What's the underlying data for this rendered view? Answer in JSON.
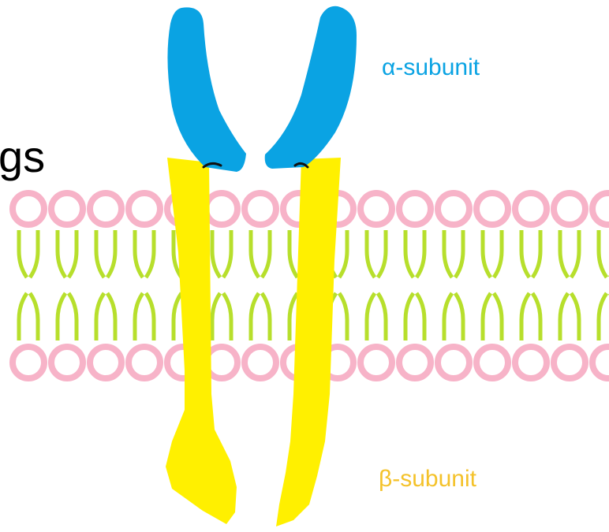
{
  "partial_text": "gs",
  "labels": {
    "alpha": "α-subunit",
    "beta": "β-subunit"
  },
  "colors": {
    "alpha_subunit": "#0aa3e3",
    "beta_subunit": "#fff000",
    "phospholipid_head": "#f7b3c8",
    "lipid_tail": "#b7df2c",
    "linker": "#111111"
  }
}
